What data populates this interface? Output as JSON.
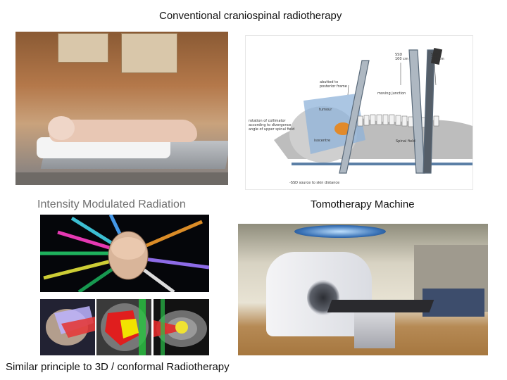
{
  "slide": {
    "title": "Conventional craniospinal radiotherapy",
    "imrt_title": "Intensity Modulated Radiation",
    "tomo_title": "Tomotherapy Machine",
    "footer": "Similar principle to 3D / conformal Radiotherapy"
  },
  "diagram": {
    "labels": {
      "ssd1": "SSD\n100 cm",
      "ssd2": "SSD\n100 cm",
      "abutted": "abutted to\nposterior frame",
      "junction": "moving junction",
      "tumour": "tumour",
      "rotation": "rotation of collimator\naccording to divergence\nangle of upper spinal field",
      "isocentre": "isocentre",
      "spinal": "Spinal field",
      "ssd_note": "-SSD  source to skin distance"
    }
  },
  "colors": {
    "caption": "#111111",
    "imrt_title": "#6f6f6f"
  }
}
